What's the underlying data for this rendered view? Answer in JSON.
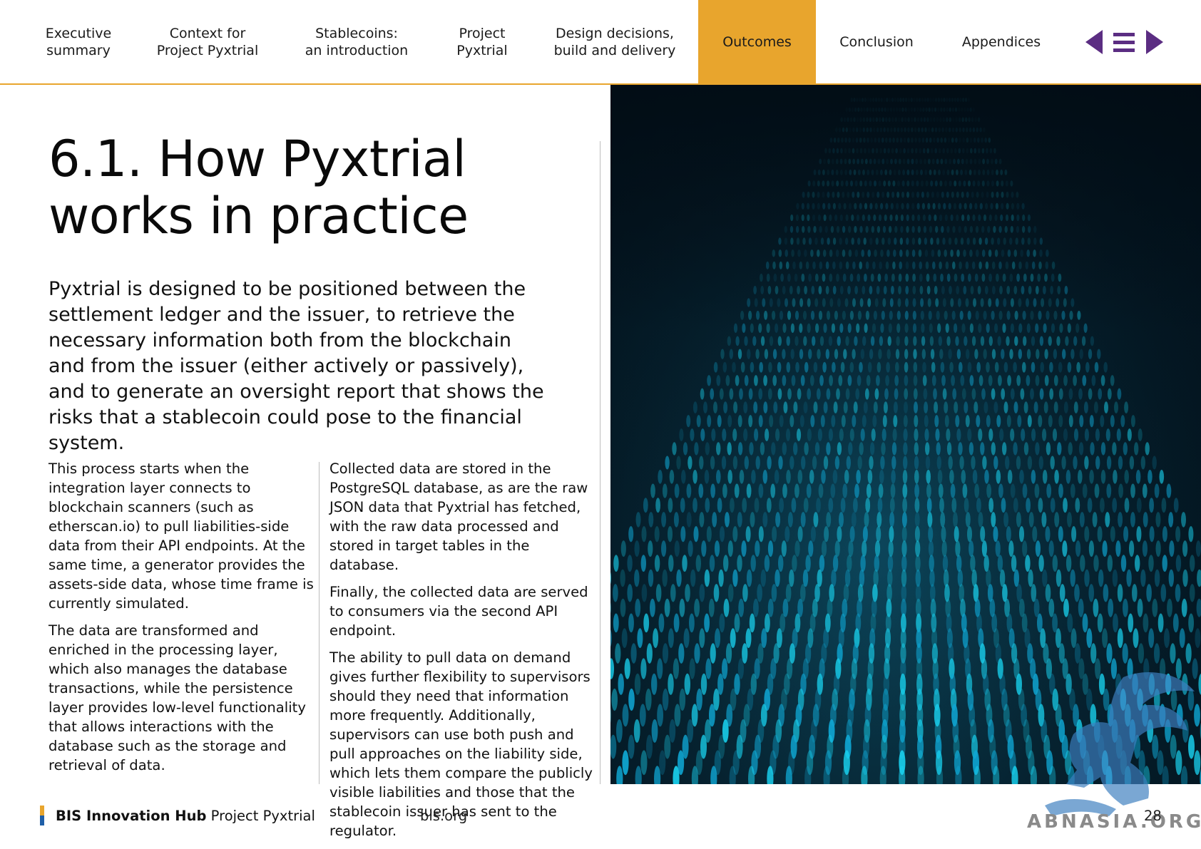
{
  "nav": {
    "items": [
      {
        "label": "Executive\nsummary",
        "active": false
      },
      {
        "label": "Context for\nProject Pyxtrial",
        "active": false
      },
      {
        "label": "Stablecoins:\nan introduction",
        "active": false
      },
      {
        "label": "Project\nPyxtrial",
        "active": false
      },
      {
        "label": "Design decisions,\nbuild and delivery",
        "active": false
      },
      {
        "label": "Outcomes",
        "active": true
      },
      {
        "label": "Conclusion",
        "active": false
      },
      {
        "label": "Appendices",
        "active": false
      }
    ],
    "controls": {
      "prev_icon": "triangle-left-icon",
      "menu_icon": "hamburger-menu-icon",
      "next_icon": "triangle-right-icon"
    },
    "accent_color": "#e8a52d",
    "control_color": "#5b2d82"
  },
  "section": {
    "title": "6.1. How Pyxtrial\nworks in practice",
    "lead": "Pyxtrial is designed to be positioned between the settlement ledger and the issuer, to retrieve the necessary information both from the blockchain and from the issuer (either actively or passively), and to generate an oversight report that shows the risks that a stablecoin could pose to the financial system.",
    "column1": [
      "This process starts when the integration layer connects to blockchain scanners (such as etherscan.io) to pull liabilities-side data from their API endpoints. At the same time, a generator provides the assets-side data, whose time frame is currently simulated.",
      "The data are transformed and enriched in the processing layer, which also manages the database transactions, while the persistence layer provides low-level functionality that allows interactions with the database such as the storage and retrieval of data."
    ],
    "column2": [
      "Collected data are stored in the PostgreSQL database, as are the raw JSON data that Pyxtrial has fetched, with the raw data processed and stored in target tables in the database.",
      "Finally, the collected data are served to consumers via the second API endpoint.",
      "The ability to pull data on demand gives further flexibility to supervisors should they need that information more frequently. Additionally, supervisors can use both push and pull approaches on the liability side, which lets them compare the publicly visible liabilities and those that the stablecoin issuer has sent to the regulator."
    ]
  },
  "footer": {
    "org_bold": "BIS Innovation Hub",
    "org_rest": " Project Pyxtrial",
    "url": "bis.org",
    "page": "28",
    "bar_colors": [
      "#e8a52d",
      "#1f5fa8"
    ]
  },
  "watermark": {
    "text": "ABNASIA.ORG",
    "icon": "griffin-logo-icon"
  }
}
